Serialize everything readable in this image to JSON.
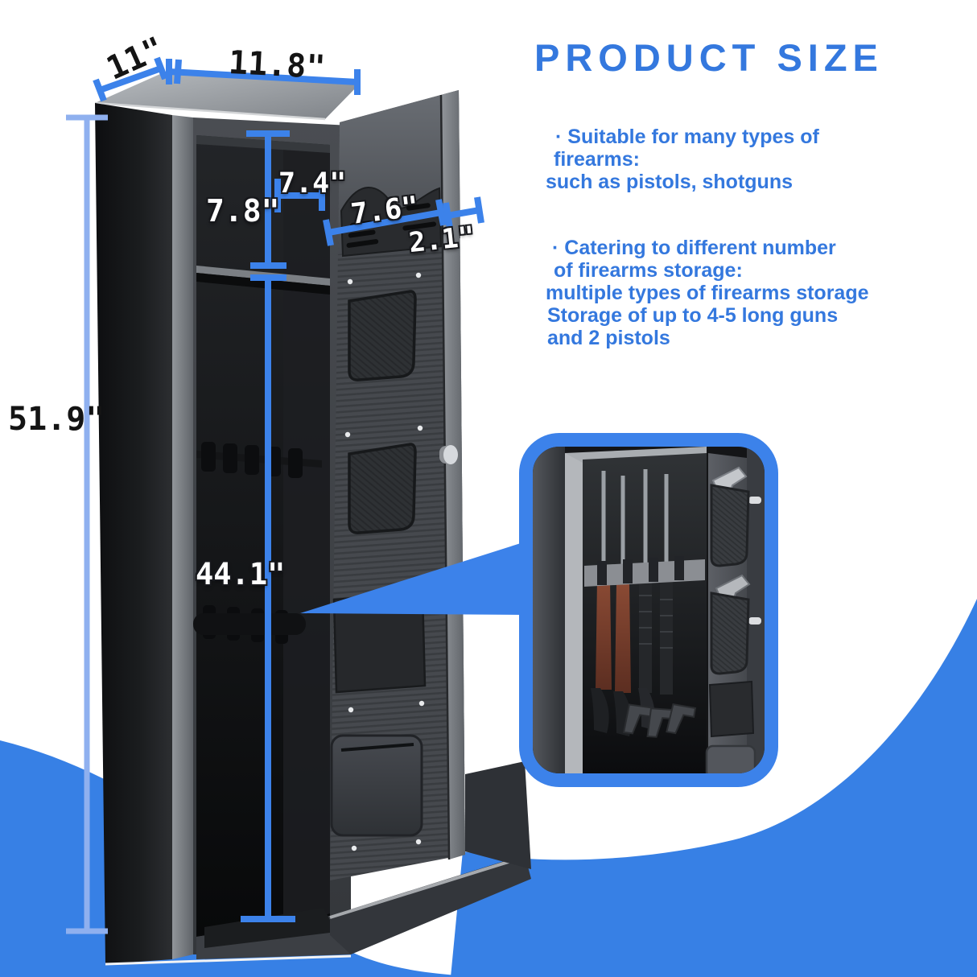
{
  "title": "PRODUCT SIZE",
  "colors": {
    "accent": "#3478DE",
    "dim_line": "#3C82EA",
    "dim_line_light": "#8FB0EF",
    "wave": "#3780E5"
  },
  "bullets": {
    "b1": {
      "l1": "· Suitable for many types of",
      "l2": "firearms:",
      "l3": "such as pistols, shotguns"
    },
    "b2": {
      "l1": "· Catering to different number",
      "l2": "of firearms storage:",
      "l3": "multiple types of firearms storage",
      "l4": "Storage of up to 4-5 long guns",
      "l5": "and 2 pistols"
    }
  },
  "dims": {
    "depth": "11\"",
    "width": "11.8\"",
    "height": "51.9\"",
    "interior_height": "44.1\"",
    "upper_compartment_height": "7.8\"",
    "upper_compartment_depth": "7.4\"",
    "door_rack_width": "7.6\"",
    "door_thickness": "2.1\""
  }
}
